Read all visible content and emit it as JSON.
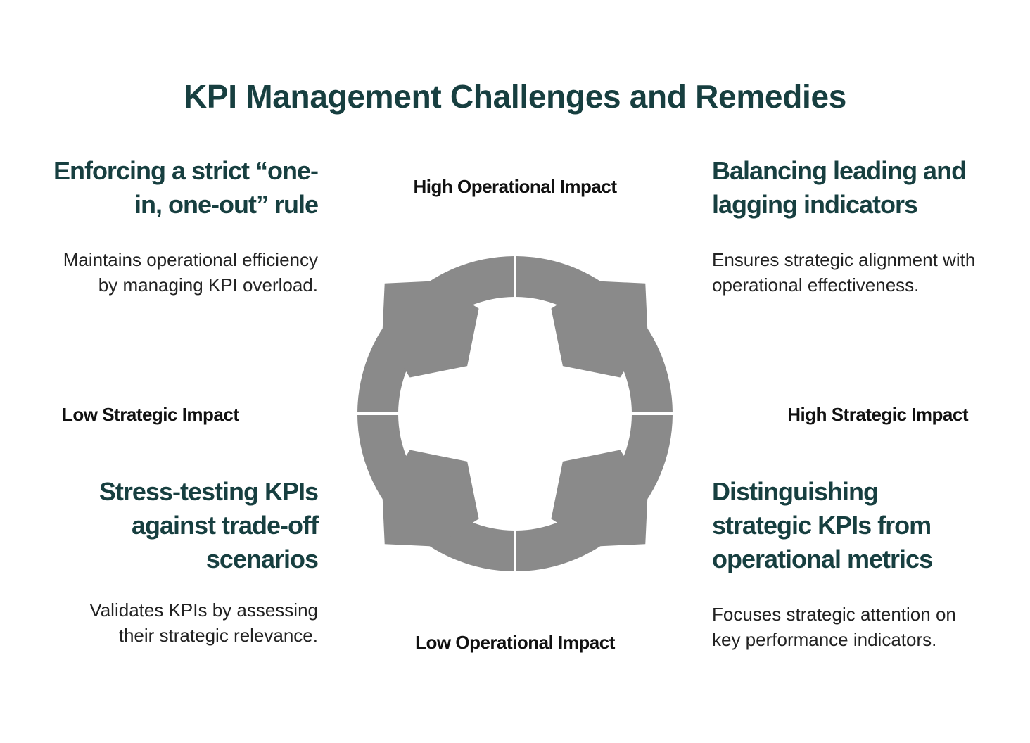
{
  "title": "KPI Management Challenges and Remedies",
  "axes": {
    "top": "High Operational Impact",
    "bottom": "Low Operational Impact",
    "left": "Low Strategic Impact",
    "right": "High Strategic Impact"
  },
  "quadrants": {
    "top_left": {
      "title": "Enforcing a strict “one-in, one-out” rule",
      "description": "Maintains operational efficiency by managing KPI overload."
    },
    "top_right": {
      "title": "Balancing leading and lagging indicators",
      "description": "Ensures strategic alignment with operational effectiveness."
    },
    "bottom_left": {
      "title": "Stress-testing KPIs against trade-off scenarios",
      "description": "Validates KPIs by assessing their strategic relevance."
    },
    "bottom_right": {
      "title": "Distinguishing strategic KPIs from operational metrics",
      "description": "Focuses strategic attention on key performance indicators."
    }
  },
  "colors": {
    "title": "#173f40",
    "cycle": "#8a8a8a"
  }
}
